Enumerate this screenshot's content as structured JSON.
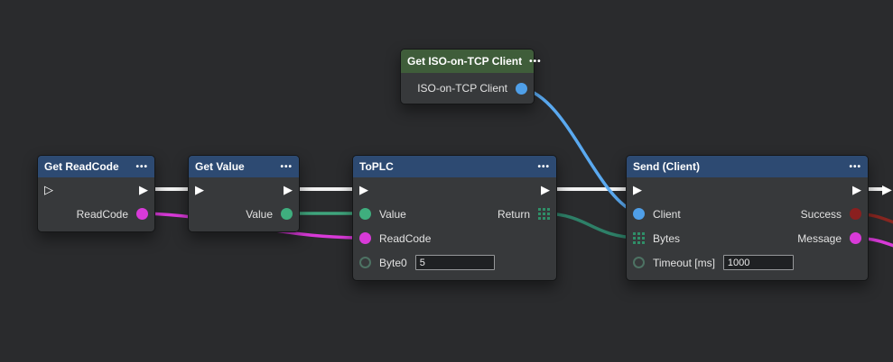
{
  "canvas": {
    "background": "#2a2b2d"
  },
  "icons": {
    "menu_dots": "•••",
    "exec_filled": "▶",
    "exec_hollow": "▷"
  },
  "colors": {
    "node_body": "#37393b",
    "header_blue": "#2d4a72",
    "header_green": "#3f5d3a",
    "wire_exec_white": "#f2f2f2",
    "wire_magenta": "#d83ad8",
    "wire_green": "#3fa57d",
    "wire_teal": "#2e8068",
    "wire_blue": "#5aa9f0",
    "wire_dark_red": "#882620",
    "port_magenta": "#d83ad8",
    "port_green": "#3fae7e",
    "port_blue": "#4f9fe8",
    "port_dark_red": "#8a1f1f",
    "port_matrix_green": "#2f8f68",
    "port_unconnected_outline": "#4d7263"
  },
  "nodes": {
    "iso_client": {
      "title": "Get ISO-on-TCP Client",
      "output_label": "ISO-on-TCP Client"
    },
    "get_readcode": {
      "title": "Get ReadCode",
      "output_label": "ReadCode"
    },
    "get_value": {
      "title": "Get Value",
      "output_label": "Value"
    },
    "toplc": {
      "title": "ToPLC",
      "input_value_label": "Value",
      "input_readcode_label": "ReadCode",
      "input_byte0_label": "Byte0",
      "byte0_value": "5",
      "output_return_label": "Return"
    },
    "send_client": {
      "title": "Send (Client)",
      "input_client_label": "Client",
      "input_bytes_label": "Bytes",
      "input_timeout_label": "Timeout [ms]",
      "timeout_value": "1000",
      "output_success_label": "Success",
      "output_message_label": "Message"
    }
  }
}
